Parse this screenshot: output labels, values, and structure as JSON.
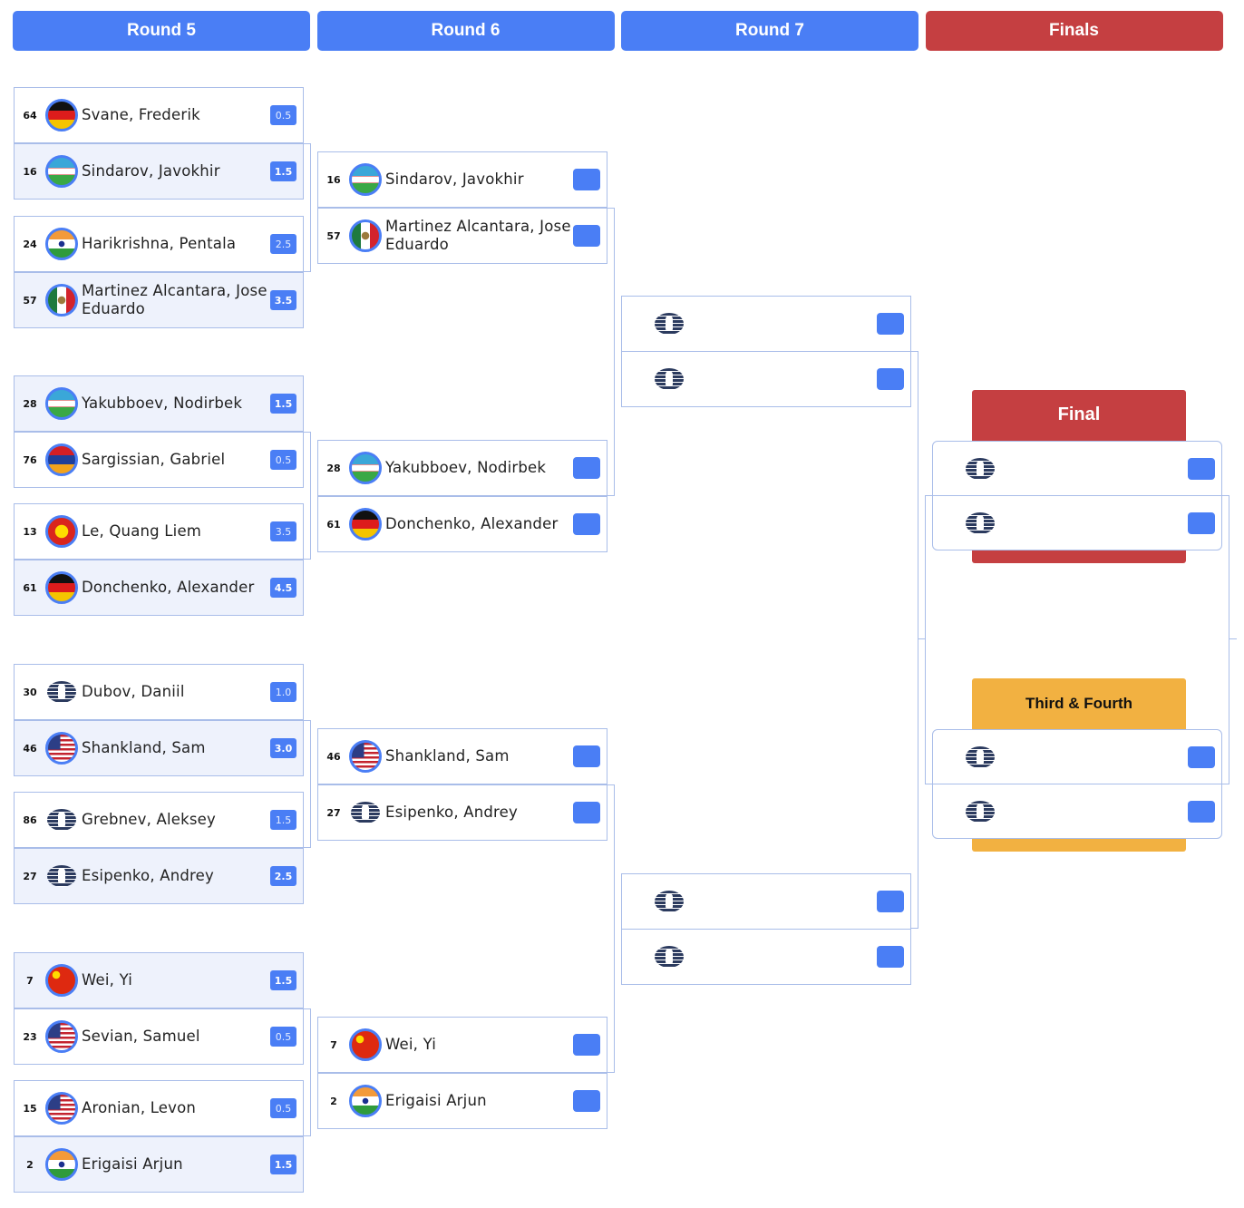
{
  "headers": [
    {
      "label": "Round 5",
      "color": "#4a7ef5"
    },
    {
      "label": "Round 6",
      "color": "#4a7ef5"
    },
    {
      "label": "Round 7",
      "color": "#4a7ef5"
    },
    {
      "label": "Finals",
      "color": "#c53f41"
    }
  ],
  "round5": [
    [
      {
        "seed": "64",
        "flag": "de",
        "name": "Svane, Frederik",
        "score": "0.5",
        "winner": false
      },
      {
        "seed": "16",
        "flag": "uz",
        "name": "Sindarov, Javokhir",
        "score": "1.5",
        "winner": true
      }
    ],
    [
      {
        "seed": "24",
        "flag": "in",
        "name": "Harikrishna, Pentala",
        "score": "2.5",
        "winner": false
      },
      {
        "seed": "57",
        "flag": "mx",
        "name": "Martinez Alcantara, Jose Eduardo",
        "score": "3.5",
        "winner": true
      }
    ],
    [
      {
        "seed": "28",
        "flag": "uz",
        "name": "Yakubboev, Nodirbek",
        "score": "1.5",
        "winner": true
      },
      {
        "seed": "76",
        "flag": "am",
        "name": "Sargissian, Gabriel",
        "score": "0.5",
        "winner": false
      }
    ],
    [
      {
        "seed": "13",
        "flag": "vn",
        "name": "Le, Quang Liem",
        "score": "3.5",
        "winner": false
      },
      {
        "seed": "61",
        "flag": "de",
        "name": "Donchenko, Alexander",
        "score": "4.5",
        "winner": true
      }
    ],
    [
      {
        "seed": "30",
        "flag": "fide",
        "name": "Dubov, Daniil",
        "score": "1.0",
        "winner": false
      },
      {
        "seed": "46",
        "flag": "us",
        "name": "Shankland, Sam",
        "score": "3.0",
        "winner": true
      }
    ],
    [
      {
        "seed": "86",
        "flag": "fide",
        "name": "Grebnev, Aleksey",
        "score": "1.5",
        "winner": false
      },
      {
        "seed": "27",
        "flag": "fide",
        "name": "Esipenko, Andrey",
        "score": "2.5",
        "winner": true
      }
    ],
    [
      {
        "seed": "7",
        "flag": "cn",
        "name": "Wei, Yi",
        "score": "1.5",
        "winner": true
      },
      {
        "seed": "23",
        "flag": "us",
        "name": "Sevian, Samuel",
        "score": "0.5",
        "winner": false
      }
    ],
    [
      {
        "seed": "15",
        "flag": "us",
        "name": "Aronian, Levon",
        "score": "0.5",
        "winner": false
      },
      {
        "seed": "2",
        "flag": "in",
        "name": "Erigaisi Arjun",
        "score": "1.5",
        "winner": true
      }
    ]
  ],
  "round6": [
    [
      {
        "seed": "16",
        "flag": "uz",
        "name": "Sindarov, Javokhir",
        "score": ""
      },
      {
        "seed": "57",
        "flag": "mx",
        "name": "Martinez Alcantara, Jose Eduardo",
        "score": ""
      }
    ],
    [
      {
        "seed": "28",
        "flag": "uz",
        "name": "Yakubboev, Nodirbek",
        "score": ""
      },
      {
        "seed": "61",
        "flag": "de",
        "name": "Donchenko, Alexander",
        "score": ""
      }
    ],
    [
      {
        "seed": "46",
        "flag": "us",
        "name": "Shankland, Sam",
        "score": ""
      },
      {
        "seed": "27",
        "flag": "fide",
        "name": "Esipenko, Andrey",
        "score": ""
      }
    ],
    [
      {
        "seed": "7",
        "flag": "cn",
        "name": "Wei, Yi",
        "score": ""
      },
      {
        "seed": "2",
        "flag": "in",
        "name": "Erigaisi Arjun",
        "score": ""
      }
    ]
  ],
  "round7": [
    [
      {
        "seed": "",
        "flag": "fide",
        "name": "",
        "score": ""
      },
      {
        "seed": "",
        "flag": "fide",
        "name": "",
        "score": ""
      }
    ],
    [
      {
        "seed": "",
        "flag": "fide",
        "name": "",
        "score": ""
      },
      {
        "seed": "",
        "flag": "fide",
        "name": "",
        "score": ""
      }
    ]
  ],
  "finals": {
    "final": {
      "title": "Final",
      "color": "#c53f41"
    },
    "third": {
      "title": "Third & Fourth",
      "color": "#f2b141"
    }
  }
}
